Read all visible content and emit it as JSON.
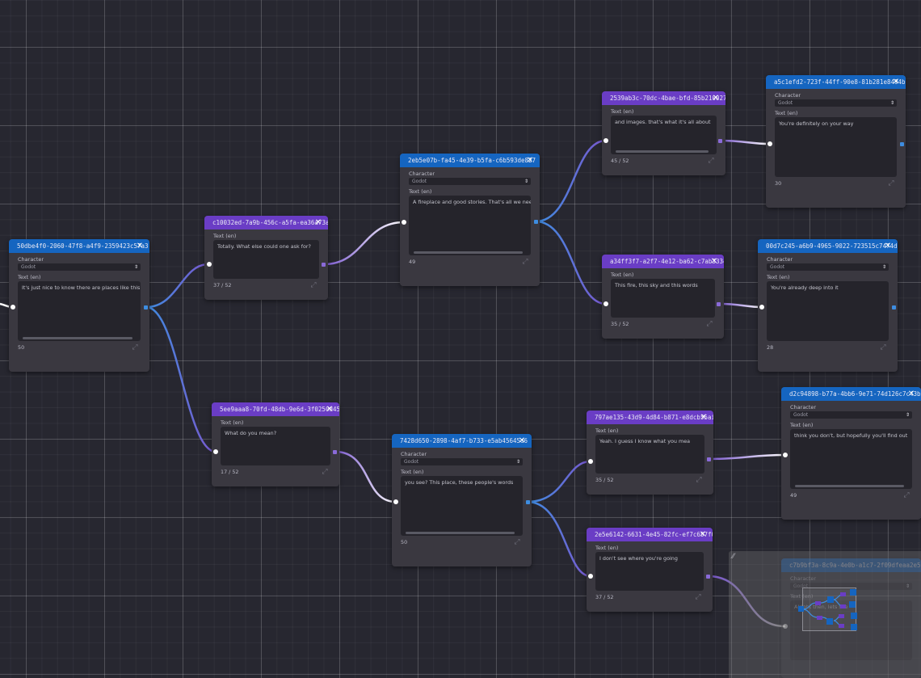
{
  "colors": {
    "blue_header": "#1565c0",
    "purple_header": "#6a3dc5",
    "wire_blue": "#3e8de0",
    "wire_purple": "#8a6ad8",
    "wire_white": "#ffffff"
  },
  "icons": {
    "close": "close-icon",
    "expand": "expand-icon",
    "dropdown": "chevron-down-icon",
    "minimap_resize": "resize-icon"
  },
  "nodes": {
    "n1": {
      "id": "50dbe4f0-2060-47f8-a4f9-2359423c57a3",
      "character_label": "Character",
      "character": "Godot",
      "text_label": "Text (en)",
      "text": "It's just nice to know there are places like this",
      "count": "50"
    },
    "n2": {
      "id": "c10032ed-7a9b-456c-a5fa-ea36a73a794",
      "text_label": "Text (en)",
      "text": "Totally. What else could one ask for?",
      "count": "37 / 52"
    },
    "n3": {
      "id": "5ee9aaa8-70fd-48db-9e6d-3f0250d45ebe",
      "text_label": "Text (en)",
      "text": "What do you mean?",
      "count": "17 / 52"
    },
    "n4": {
      "id": "2eb5e07b-fa45-4e39-b5fa-c6b593de827",
      "character_label": "Character",
      "character": "Godot",
      "text_label": "Text (en)",
      "text": "A fireplace and good stories. That's all we nee",
      "count": "49"
    },
    "n5": {
      "id": "7428d650-2898-4af7-b733-e5ab45645d6",
      "character_label": "Character",
      "character": "Godot",
      "text_label": "Text (en)",
      "text": "you see? This place, these people's words",
      "count": "50"
    },
    "n6": {
      "id": "2539ab3c-70dc-4bae-bfd-85b2100271c",
      "text_label": "Text (en)",
      "text": "and images. that's what it's all about",
      "count": "45 / 52"
    },
    "n7": {
      "id": "a34ff3f7-a2f7-4e12-ba62-c7ab33343cc",
      "text_label": "Text (en)",
      "text": "This fire, this sky and this words",
      "count": "35 / 52"
    },
    "n8": {
      "id": "797ae135-43d9-4d84-b871-e8dcb55aidee",
      "text_label": "Text (en)",
      "text": "Yeah. I guess I know what you mea",
      "count": "35 / 52"
    },
    "n9": {
      "id": "2e5e6142-6631-4e45-82fc-ef7c657f0bb",
      "text_label": "Text (en)",
      "text": "I don't see where you're going",
      "count": "37 / 52"
    },
    "n10": {
      "id": "a5c1efd2-723f-44ff-90e8-81b281e8494b",
      "character_label": "Character",
      "character": "Godot",
      "text_label": "Text (en)",
      "text": "You're definitely on your way",
      "count": "30"
    },
    "n11": {
      "id": "00d7c245-a6b9-4965-9022-723515c7474d",
      "character_label": "Character",
      "character": "Godot",
      "text_label": "Text (en)",
      "text": "You're already deep into it",
      "count": "28"
    },
    "n12": {
      "id": "d2c94898-b77a-4bb6-9e71-74d126c7c43b",
      "character_label": "Character",
      "character": "Godot",
      "text_label": "Text (en)",
      "text": "think you don't, but hopefully you'll find out",
      "count": "49"
    },
    "n13": {
      "id": "c7b9bf3a-8c9a-4e0b-a1c7-2f09dfeaa2e5",
      "character_label": "Character",
      "character": "Godot",
      "text_label": "Text (en)",
      "text": "Alright then, lets see",
      "count": ""
    }
  }
}
